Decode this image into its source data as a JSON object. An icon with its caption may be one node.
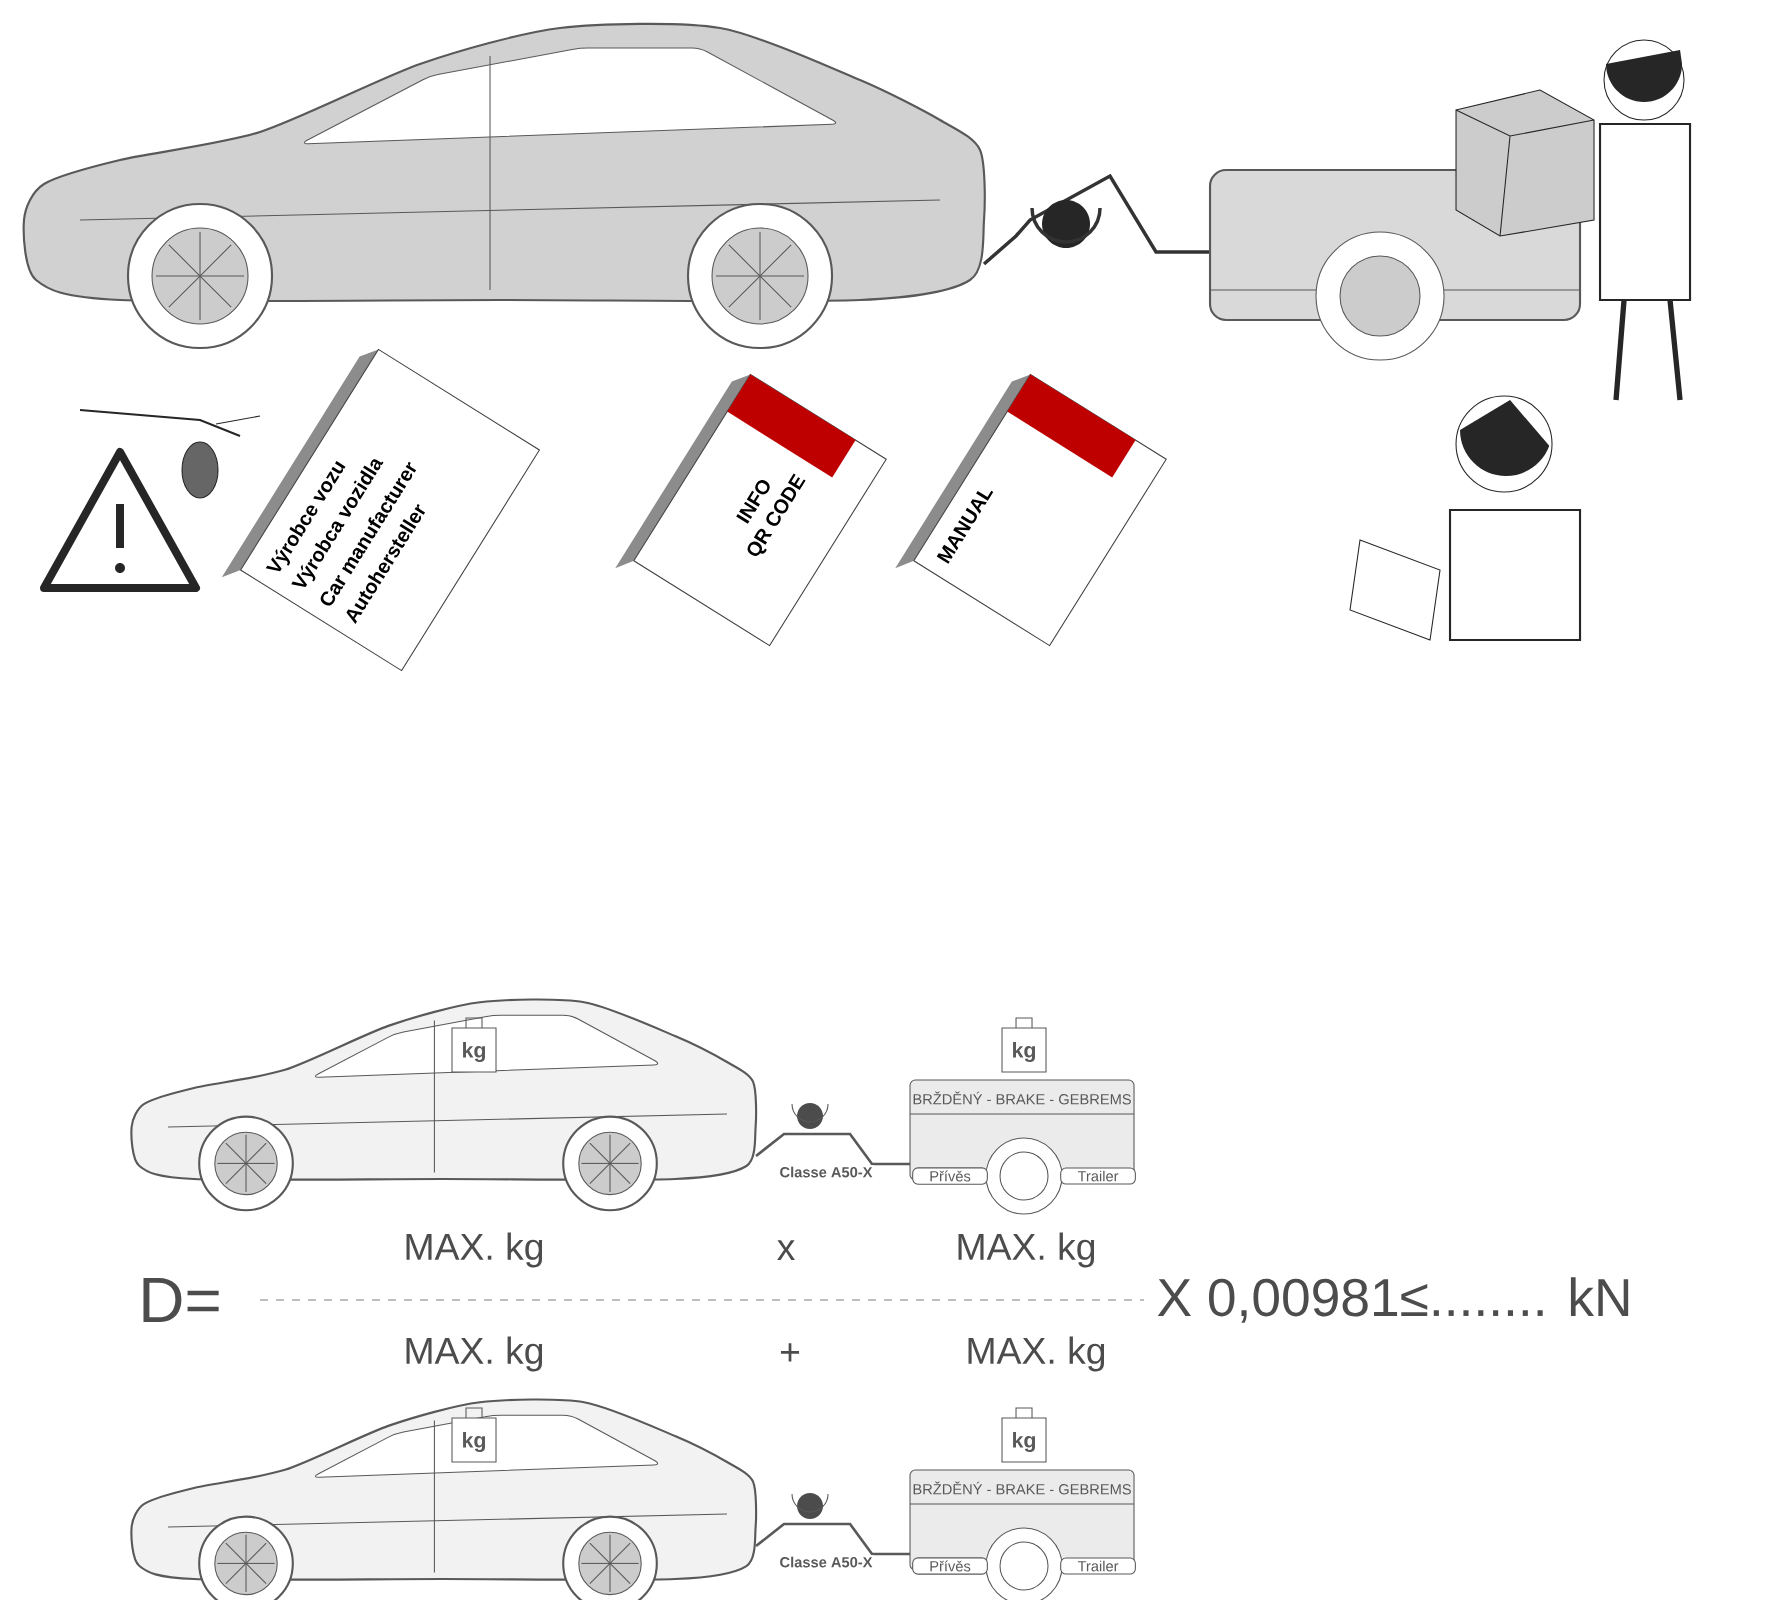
{
  "diagram": {
    "labels": [
      "Výrobce vozu",
      "Výrobca vozidla",
      "Car manufacturer",
      "Autohersteller",
      "INFO",
      "QR CODE",
      "MANUAL",
      "kg",
      "kg",
      "BRŽDĚNÝ - BRAKE - GEBREMS",
      "Classe A50-X",
      "Přívěs",
      "Trailer",
      "D=",
      "MAX. kg",
      "x",
      "MAX. kg",
      "X 0,00981≤........ kN",
      "MAX. kg",
      "+",
      "MAX. kg",
      "kg",
      "kg",
      "BRŽDĚNÝ - BRAKE - GEBREMS",
      "Classe A50-X",
      "Přívěs",
      "Trailer"
    ]
  }
}
